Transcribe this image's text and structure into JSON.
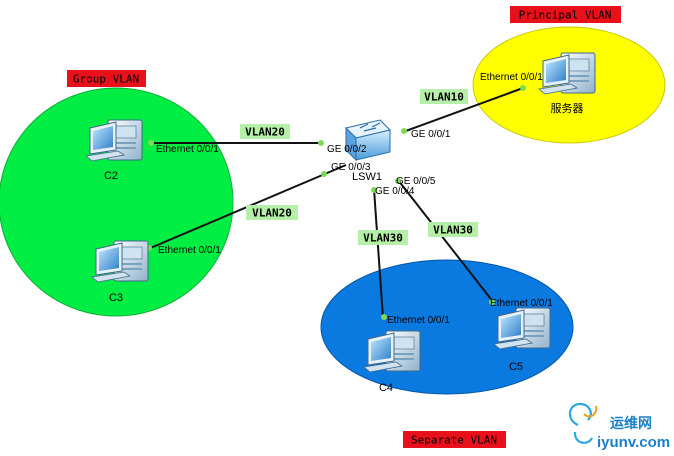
{
  "zones": {
    "principal": {
      "label": "Principal VLAN",
      "color": "#ffff00",
      "label_bg": "#e8101a"
    },
    "group": {
      "label": "Group VLAN",
      "color": "#00ee44",
      "label_bg": "#e8101a"
    },
    "separate": {
      "label": "Separate VLAN",
      "color": "#0a7ae0",
      "label_bg": "#e8101a"
    }
  },
  "switch": {
    "name": "LSW1",
    "icon": "switch-icon"
  },
  "hosts": {
    "c2": {
      "name": "C2",
      "port": "Ethernet 0/0/1",
      "icon": "pc-icon"
    },
    "c3": {
      "name": "C3",
      "port": "Ethernet 0/0/1",
      "icon": "pc-icon"
    },
    "c4": {
      "name": "C4",
      "port": "Ethernet 0/0/1",
      "icon": "pc-icon"
    },
    "c5": {
      "name": "C5",
      "port": "Ethernet 0/0/1",
      "icon": "pc-icon"
    },
    "server": {
      "name": "服务器",
      "port": "Ethernet 0/0/1",
      "icon": "server-icon"
    }
  },
  "switch_ports": {
    "to_server": "GE 0/0/1",
    "to_c2": "GE 0/0/2",
    "to_c3": "GE 0/0/3",
    "to_c4": "GE 0/0/4",
    "to_c5": "GE 0/0/5"
  },
  "links": {
    "server": {
      "vlan": "VLAN10"
    },
    "c2": {
      "vlan": "VLAN20"
    },
    "c3": {
      "vlan": "VLAN20"
    },
    "c4": {
      "vlan": "VLAN30"
    },
    "c5": {
      "vlan": "VLAN30"
    }
  },
  "colors": {
    "vlan_tag_bg": "#b6f0a8",
    "link": "#111111",
    "port_dot": "#7ed957"
  },
  "watermark": {
    "text1": "运维网",
    "text2": "iyunv.com"
  }
}
